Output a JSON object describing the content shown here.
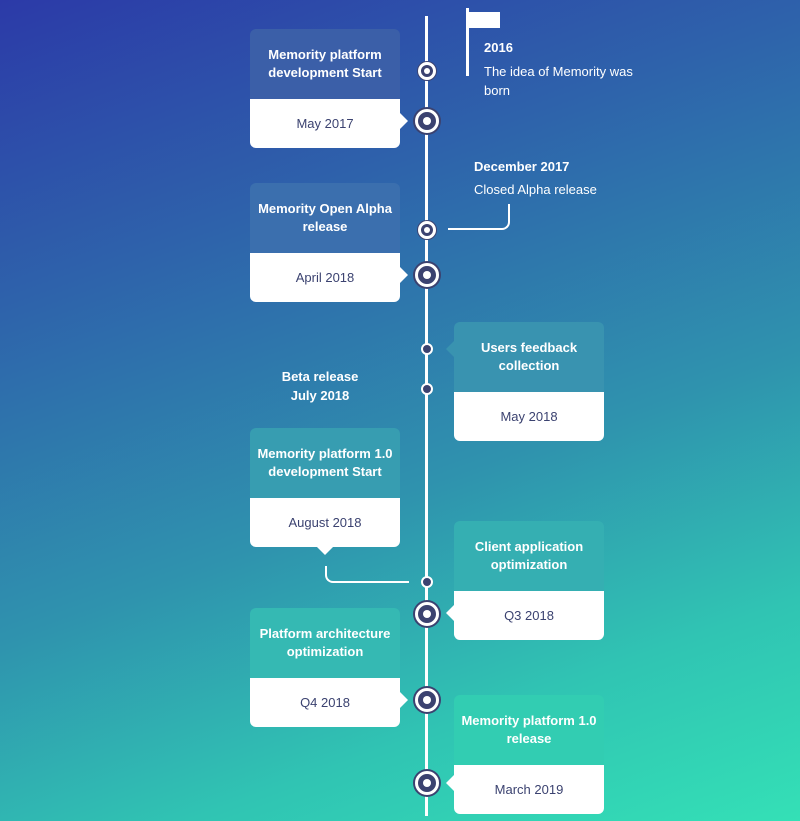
{
  "milestones": {
    "m2016": {
      "year": "2016",
      "text": "The idea of Memority was born"
    },
    "dec2017": {
      "date": "December 2017",
      "text": "Closed Alpha release"
    },
    "beta": {
      "title": "Beta release",
      "date": "July 2018"
    }
  },
  "cards": [
    {
      "title": "Memority platform development Start",
      "date": "May 2017",
      "color": "#3b5fa8"
    },
    {
      "title": "Memority Open Alpha release",
      "date": "April 2018",
      "color": "#3b6fae"
    },
    {
      "title": "Users feedback collection",
      "date": "May 2018",
      "color": "#3993b0"
    },
    {
      "title": "Memority platform 1.0 development Start",
      "date": "August 2018",
      "color": "#379db1"
    },
    {
      "title": "Client application optimization",
      "date": "Q3 2018",
      "color": "#35afb2"
    },
    {
      "title": "Platform architecture optimization",
      "date": "Q4 2018",
      "color": "#35b9b3"
    },
    {
      "title": "Memority platform 1.0 release",
      "date": "March 2019",
      "color": "#32cdb2"
    }
  ]
}
